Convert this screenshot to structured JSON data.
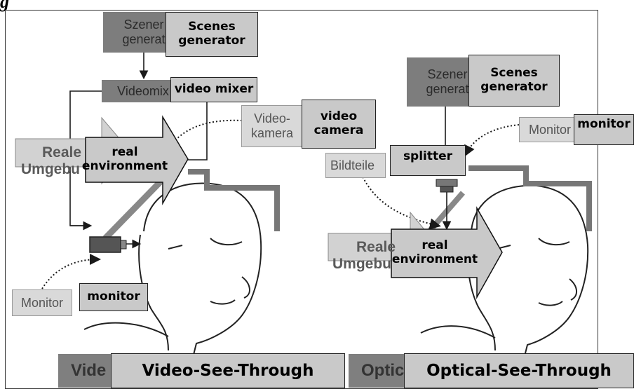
{
  "caption": {
    "text": "g"
  },
  "left": {
    "scenes_generator_de": [
      "Szener",
      "generat"
    ],
    "scenes_generator_en": "Scenes generator",
    "video_mixer_de": "Videomix",
    "video_mixer_en": "video mixer",
    "video_camera_de": [
      "Video-",
      "kamera"
    ],
    "video_camera_en": "video camera",
    "real_env_de": [
      "Reale",
      "Umgebu"
    ],
    "real_env_en": "real environment",
    "monitor_de": "Monitor",
    "monitor_en": "monitor",
    "mode_de": "Vide",
    "mode_en": "Video-See-Through"
  },
  "right": {
    "scenes_generator_de": [
      "Szener",
      "generat"
    ],
    "scenes_generator_en": "Scenes generator",
    "monitor_de": "Monitor",
    "monitor_en": "monitor",
    "splitter_de": "Bildteile",
    "splitter_en": "splitter",
    "real_env_de": [
      "Reale",
      "Umgebu"
    ],
    "real_env_en": "real environment",
    "mode_de": "Optic",
    "mode_en": "Optical-See-Through"
  },
  "colors": {
    "dark_box": "#7d7d7d",
    "light_box": "#d9d9d9",
    "label_box": "#c9c9c9",
    "line": "#1a1a1a"
  }
}
